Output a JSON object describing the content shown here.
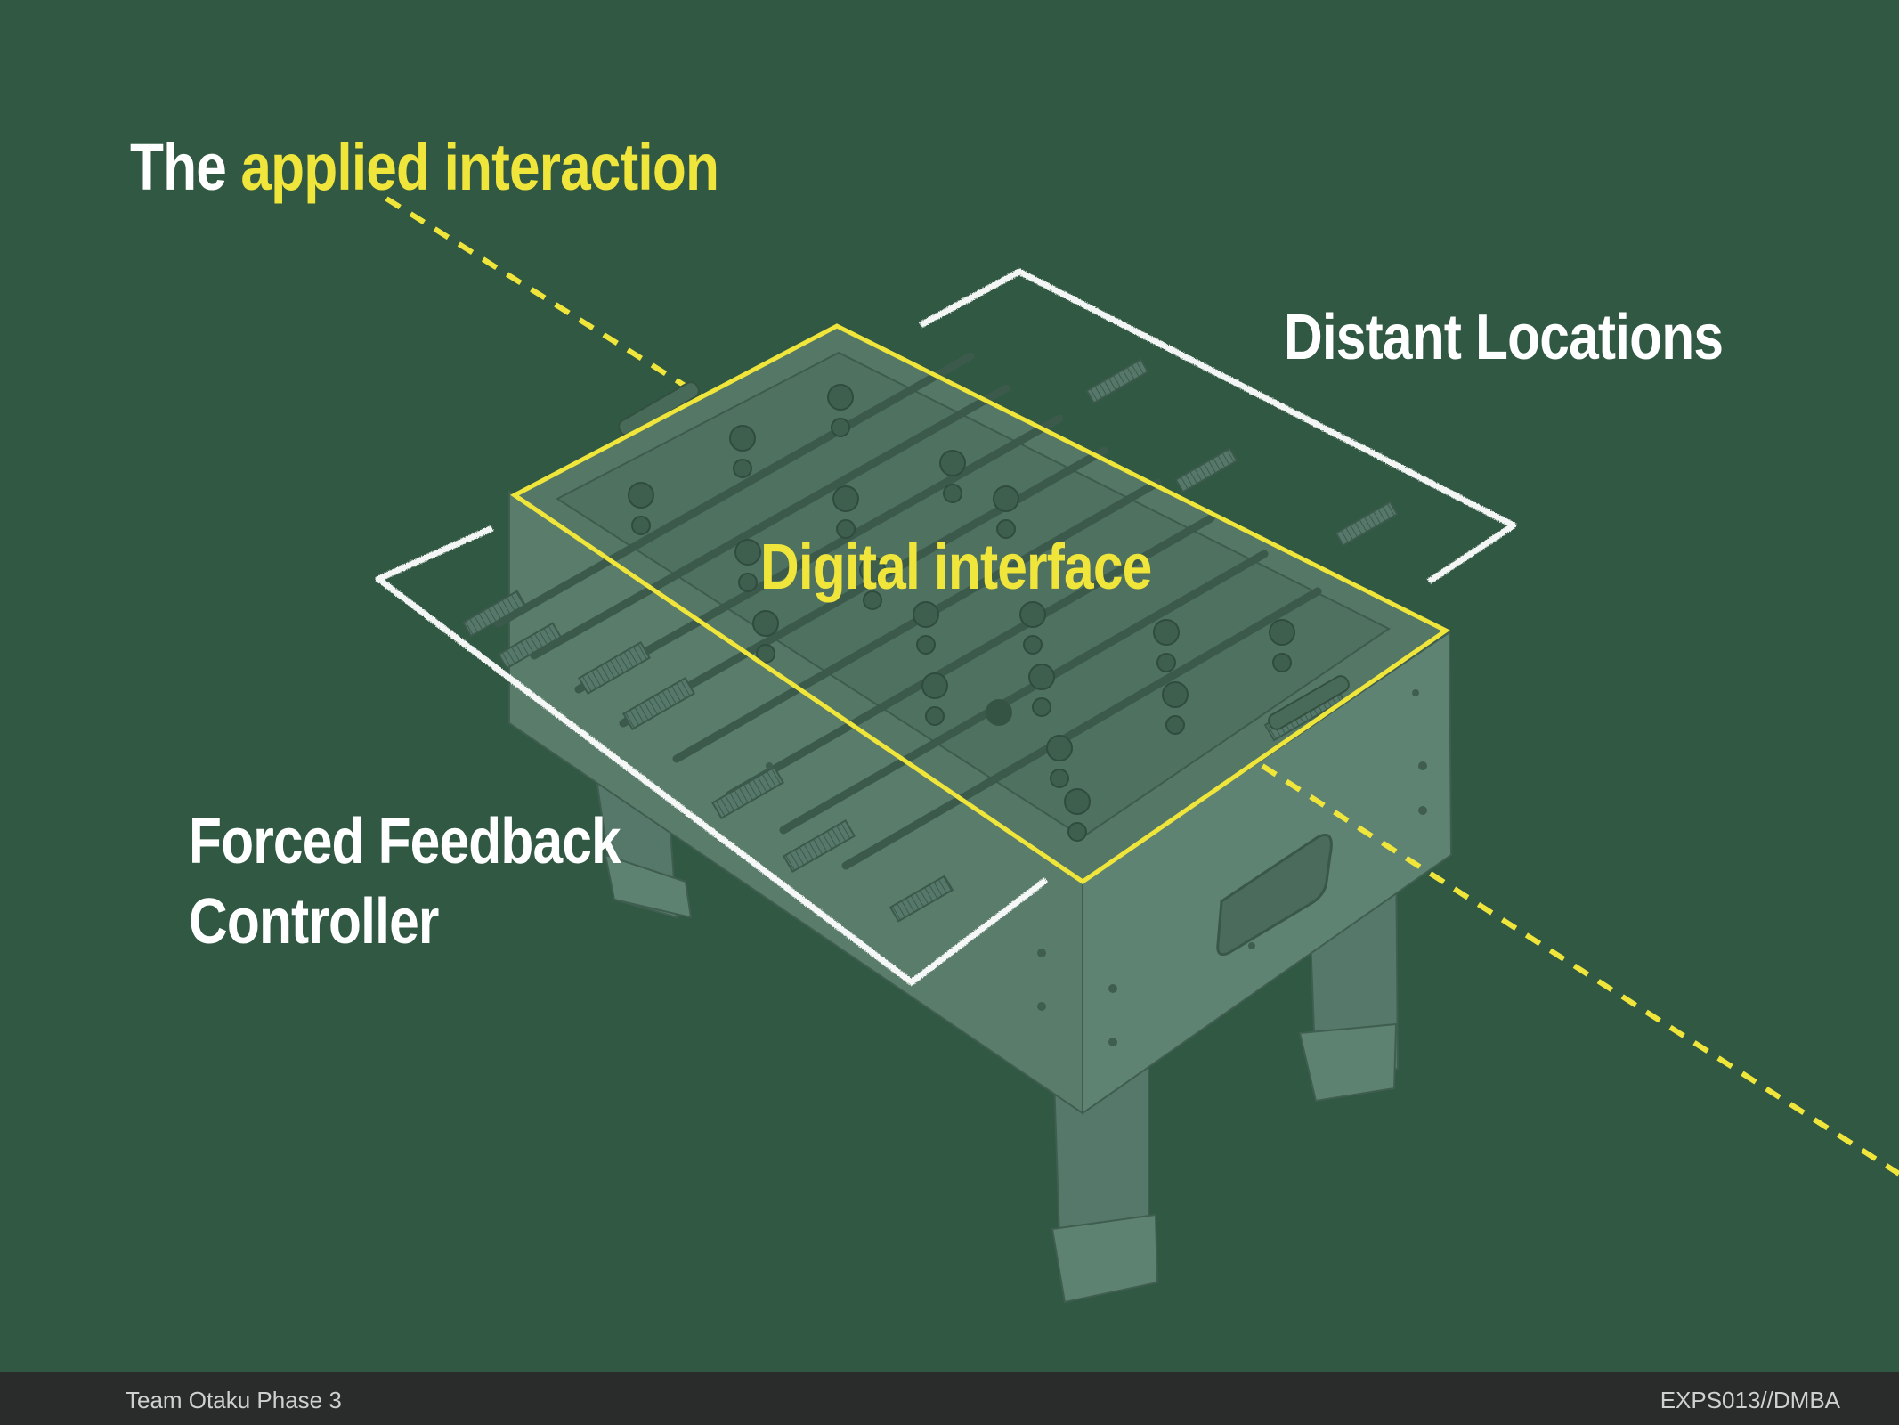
{
  "slide": {
    "title_prefix": "The",
    "title_highlight": "applied interaction",
    "label_distant": "Distant Locations",
    "label_digital": "Digital interface",
    "label_forced_line1": "Forced Feedback",
    "label_forced_line2": "Controller"
  },
  "footer": {
    "left": "Team Otaku Phase 3",
    "right": "EXPS013//DMBA"
  },
  "colors": {
    "background": "#305842",
    "accent_yellow": "#f0e53b",
    "text_white": "#ffffff",
    "footer_bar": "#2a2b2b",
    "footer_text": "#cfd0d0",
    "table_fill": "#5b7d6b"
  },
  "icons": {
    "illustration": "foosball-table"
  }
}
